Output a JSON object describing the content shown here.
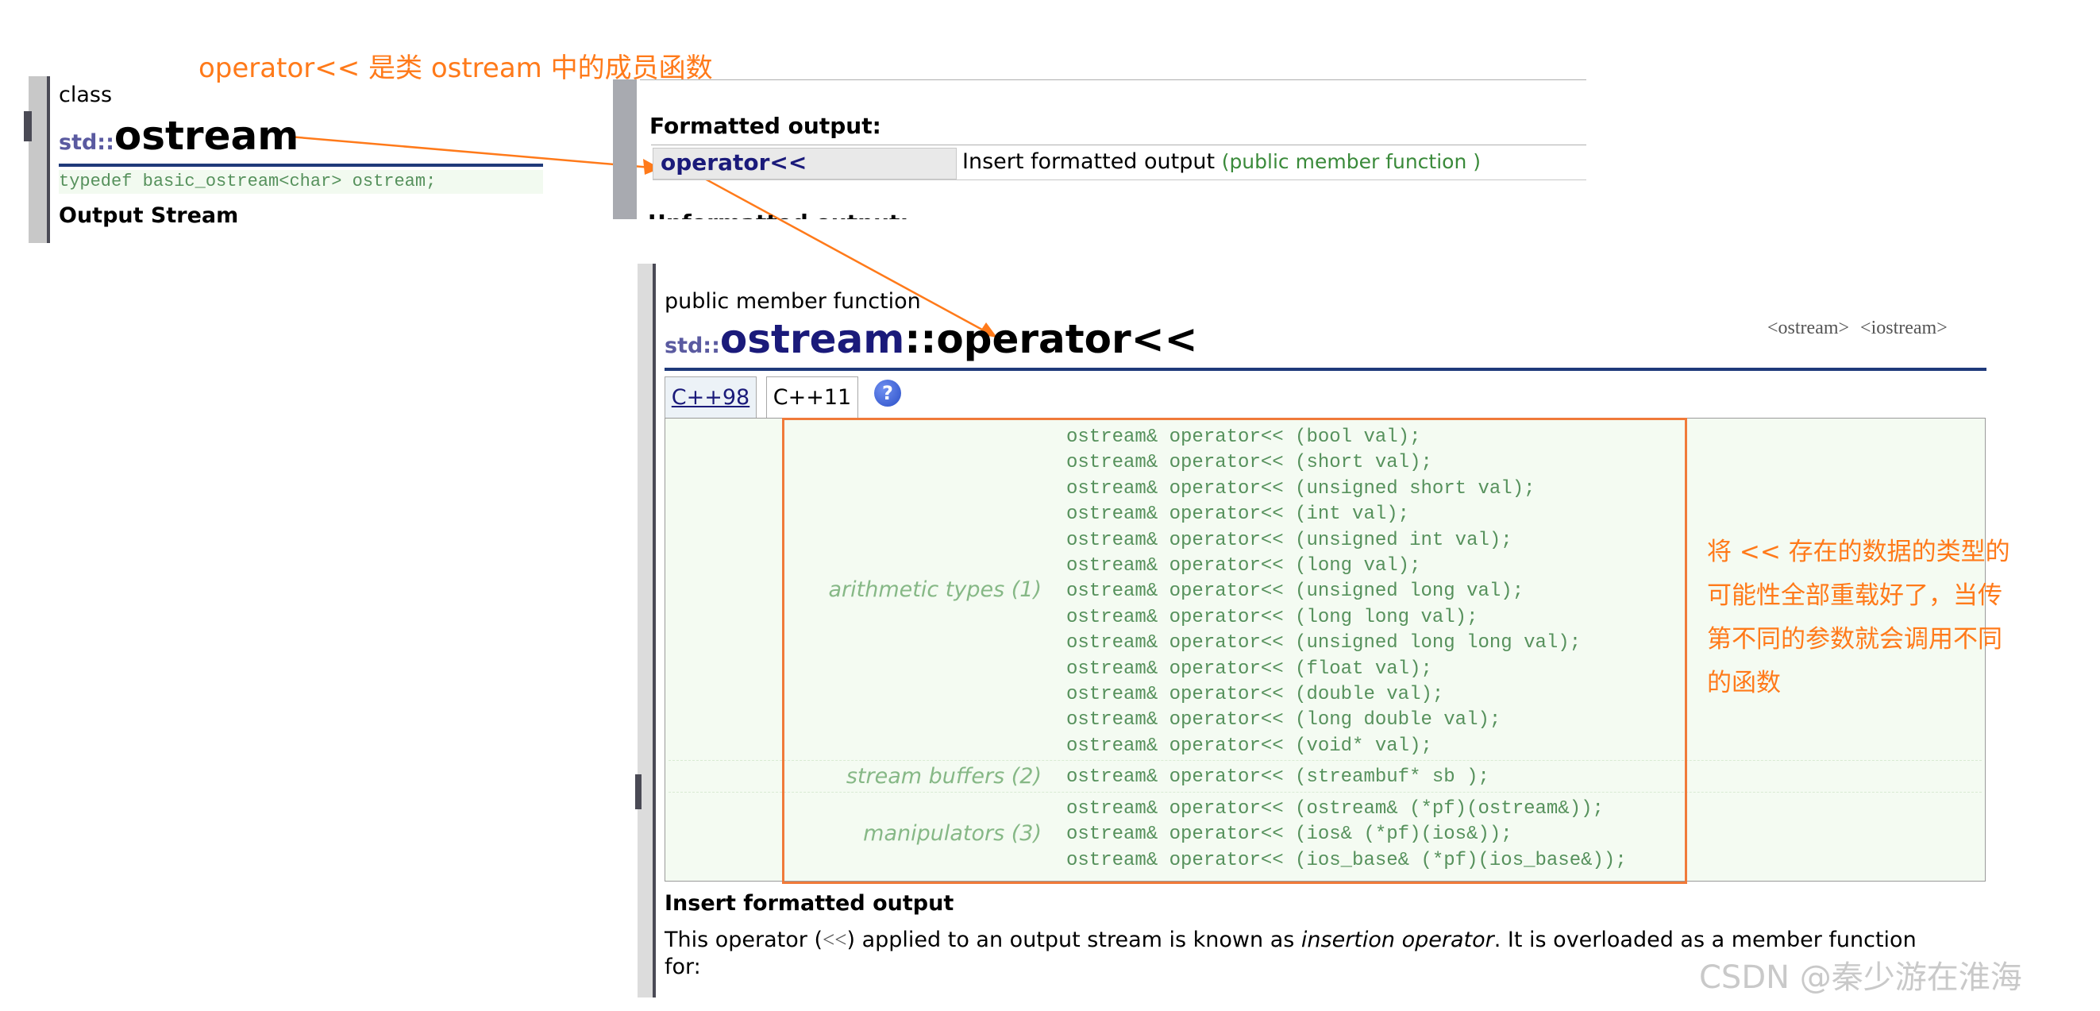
{
  "annotations": {
    "top_note": "operator<< 是类 ostream 中的成员函数",
    "side_note_lines": [
      "将 << 存在的数据的类型的",
      "可能性全部重载好了，当传",
      "第不同的参数就会调用不同",
      "的函数"
    ],
    "color": "#ff7a1a"
  },
  "class_panel": {
    "kind": "class",
    "ns": "std::",
    "name": "ostream",
    "typedef": "typedef basic_ostream<char> ostream;",
    "subtitle": "Output Stream"
  },
  "members_snippet": {
    "section_title": "Formatted output:",
    "member_name": "operator<<",
    "member_desc": "Insert formatted output",
    "member_kind": "(public member function )",
    "next_section_cut": "Unformatted output:"
  },
  "page": {
    "kind": "public member function",
    "ns": "std::",
    "class_name": "ostream",
    "scope_sep": "::",
    "func_name": "operator<<",
    "headers": [
      "<ostream>",
      "<iostream>"
    ],
    "tabs": [
      "C++98",
      "C++11"
    ],
    "help_symbol": "?",
    "groups": [
      {
        "label": "arithmetic types (1)",
        "lines": [
          "ostream& operator<< (bool val);",
          "ostream& operator<< (short val);",
          "ostream& operator<< (unsigned short val);",
          "ostream& operator<< (int val);",
          "ostream& operator<< (unsigned int val);",
          "ostream& operator<< (long val);",
          "ostream& operator<< (unsigned long val);",
          "ostream& operator<< (long long val);",
          "ostream& operator<< (unsigned long long val);",
          "ostream& operator<< (float val);",
          "ostream& operator<< (double val);",
          "ostream& operator<< (long double val);",
          "ostream& operator<< (void* val);"
        ]
      },
      {
        "label": "stream buffers (2)",
        "lines": [
          "ostream& operator<< (streambuf* sb );"
        ]
      },
      {
        "label": "manipulators (3)",
        "lines": [
          "ostream& operator<< (ostream& (*pf)(ostream&));",
          "ostream& operator<< (ios& (*pf)(ios&));",
          "ostream& operator<< (ios_base& (*pf)(ios_base&));"
        ]
      }
    ],
    "desc_title": "Insert formatted output",
    "desc_part1": "This operator (",
    "desc_op": "<<",
    "desc_part2": ") applied to an output stream is known as ",
    "desc_em": "insertion operator",
    "desc_part3": ". It is overloaded as a member function",
    "desc_line2": "for:"
  },
  "watermark": "CSDN @秦少游在淮海",
  "colors": {
    "link_navy": "#1a1a7a",
    "code_green": "#56915c",
    "label_green": "#86b886",
    "member_green": "#3a8a3a",
    "annotation_orange": "#ff7a1a"
  }
}
